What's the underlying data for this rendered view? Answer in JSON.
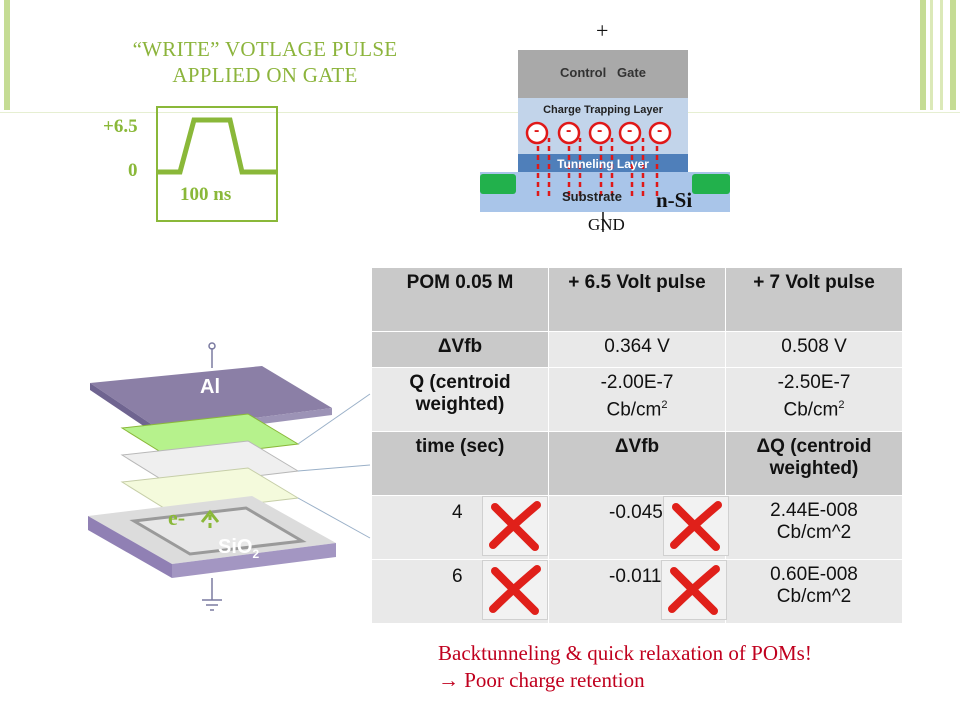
{
  "pulse": {
    "title_line1": "“WRITE” VOTLAGE PULSE",
    "title_line2": "APPLIED ON GATE",
    "high_label": "+6.5",
    "low_label": "0",
    "width_label": "100 ns"
  },
  "device": {
    "plus_label": "+",
    "control_gate_label": "Control   Gate",
    "trapping_label": "Charge Trapping Layer",
    "tunneling_label": "Tunneling Layer",
    "substrate_label": "Substrate",
    "nsi_label": "n-Si",
    "gnd_label": "GND",
    "charge_symbol": "-"
  },
  "stack": {
    "al_label": "Al",
    "sio2_main": "SiO",
    "sio2_sub": "2",
    "electron_label": "e-"
  },
  "table": {
    "header1": [
      "POM 0.05 M",
      "+ 6.5 Volt pulse",
      "+ 7 Volt pulse"
    ],
    "row_dvfb": {
      "label": "ΔVfb",
      "v1": "0.364 V",
      "v2": "0.508 V"
    },
    "row_q": {
      "label": "Q (centroid weighted)",
      "v1": "-2.00E-7",
      "v2": "-2.50E-7",
      "unit": "Cb/cm",
      "unit_exp": "2"
    },
    "header2": [
      "time (sec)",
      "ΔVfb",
      "ΔQ (centroid weighted)"
    ],
    "rows": [
      {
        "time": "4",
        "dvfb": "-0.045",
        "dq": "2.44E-008",
        "dq_unit": "Cb/cm^2"
      },
      {
        "time": "6",
        "dvfb": "-0.011",
        "dq": "0.60E-008",
        "dq_unit": "Cb/cm^2"
      }
    ]
  },
  "conclusion": {
    "line1": "Backtunneling & quick relaxation of POMs!",
    "line2": "→ Poor charge retention"
  },
  "colors": {
    "accent_green": "#8ab839",
    "conclusion_red": "#c0001e",
    "header_gray": "#c9c9c9"
  }
}
